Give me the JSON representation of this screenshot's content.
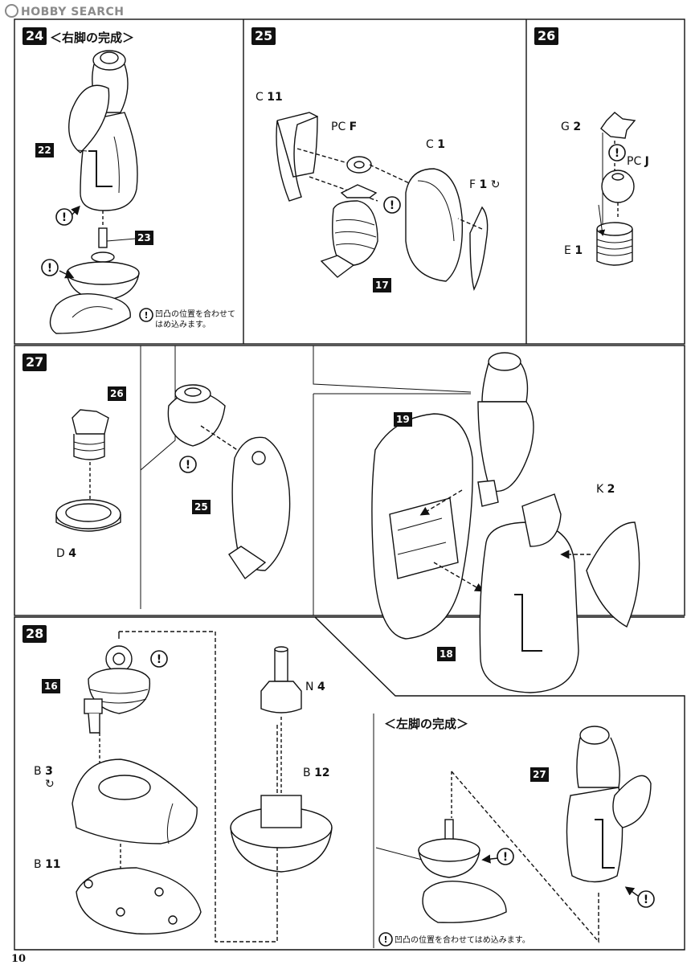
{
  "site_logo": "HOBBY SEARCH",
  "page_number": "10",
  "steps": {
    "s24": {
      "number": "24",
      "title": "＜右脚の完成＞"
    },
    "s25": {
      "number": "25"
    },
    "s26": {
      "number": "26"
    },
    "s27": {
      "number": "27"
    },
    "s28": {
      "number": "28"
    },
    "left_leg_title": "＜左脚の完成＞"
  },
  "notes": {
    "align_two_line": [
      "凹凸の位置を合わせて",
      "はめ込みます。"
    ],
    "align_one_line": "凹凸の位置を合わせてはめ込みます。"
  },
  "part_refs": {
    "p22": "22",
    "p23": "23",
    "p17": "17",
    "p26": "26",
    "p25": "25",
    "p19": "19",
    "p18": "18",
    "p16": "16",
    "p27": "27"
  },
  "parts": {
    "c11": {
      "letter": "C",
      "num": "11"
    },
    "pcf": {
      "letter": "PC",
      "num": "F"
    },
    "c1": {
      "letter": "C",
      "num": "1"
    },
    "f1": {
      "letter": "F",
      "num": "1"
    },
    "g2": {
      "letter": "G",
      "num": "2"
    },
    "pcj": {
      "letter": "PC",
      "num": "J"
    },
    "e1": {
      "letter": "E",
      "num": "1"
    },
    "d4": {
      "letter": "D",
      "num": "4"
    },
    "k2": {
      "letter": "K",
      "num": "2"
    },
    "n4": {
      "letter": "N",
      "num": "4"
    },
    "b3": {
      "letter": "B",
      "num": "3"
    },
    "b12": {
      "letter": "B",
      "num": "12"
    },
    "b11": {
      "letter": "B",
      "num": "11"
    }
  },
  "icons": {
    "caution": "exclamation-circle-icon",
    "paint": "paint-hook-icon",
    "logo": "hobby-search-logo-icon"
  }
}
